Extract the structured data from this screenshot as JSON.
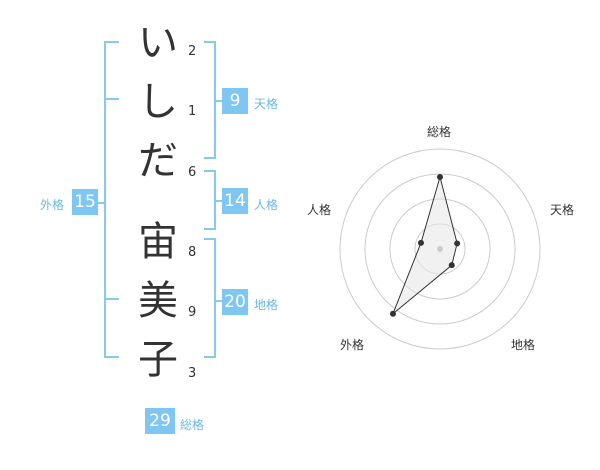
{
  "name": {
    "surname": [
      {
        "char": "い",
        "strokes": "2"
      },
      {
        "char": "し",
        "strokes": "1"
      },
      {
        "char": "だ",
        "strokes": "6"
      }
    ],
    "given": [
      {
        "char": "宙",
        "strokes": "8"
      },
      {
        "char": "美",
        "strokes": "9"
      },
      {
        "char": "子",
        "strokes": "3"
      }
    ]
  },
  "kakusu": {
    "tenkaku": {
      "value": "9",
      "label": "天格"
    },
    "jinkaku": {
      "value": "14",
      "label": "人格"
    },
    "chikaku": {
      "value": "20",
      "label": "地格"
    },
    "gaikaku": {
      "value": "15",
      "label": "外格"
    },
    "soukaku": {
      "value": "29",
      "label": "総格"
    }
  },
  "radar": {
    "labels": [
      "総格",
      "天格",
      "地格",
      "外格",
      "人格"
    ],
    "values": [
      0.72,
      0.18,
      0.2,
      0.8,
      0.2
    ],
    "colors": {
      "grid": "#cccccc",
      "line": "#333333",
      "fill": "#e8e8e8",
      "center": "#cccccc"
    }
  }
}
